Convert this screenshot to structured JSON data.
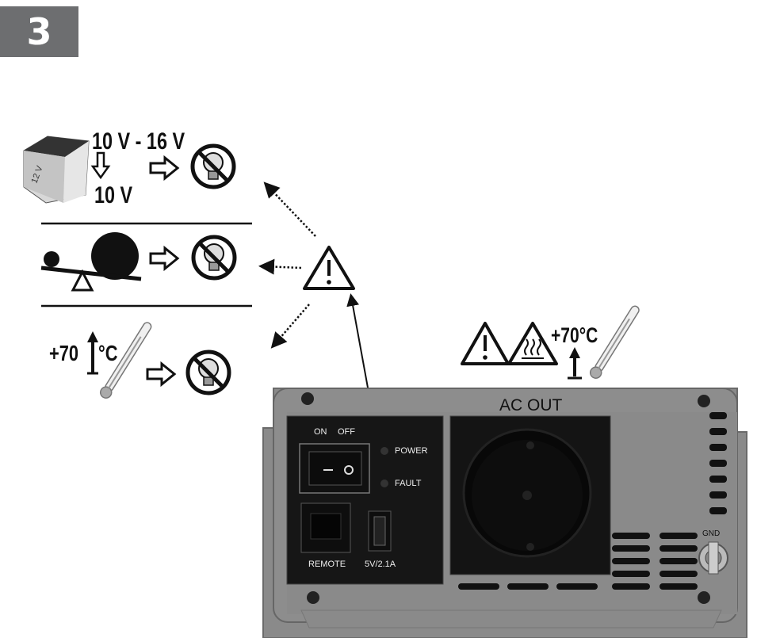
{
  "step": {
    "number": "3"
  },
  "conditions": {
    "voltage": {
      "range": "10 V - 16 V",
      "cutoff": "10 V",
      "battery_label": "12 V"
    },
    "temperature": {
      "value": "+70",
      "unit": "°C"
    }
  },
  "inverter": {
    "temp_warning": "+70°C",
    "ac_out_label": "AC OUT",
    "switch_on_label": "ON",
    "switch_off_label": "OFF",
    "power_led_label": "POWER",
    "fault_led_label": "FAULT",
    "remote_label": "REMOTE",
    "usb_label": "5V/2.1A",
    "gnd_label": "GND"
  }
}
